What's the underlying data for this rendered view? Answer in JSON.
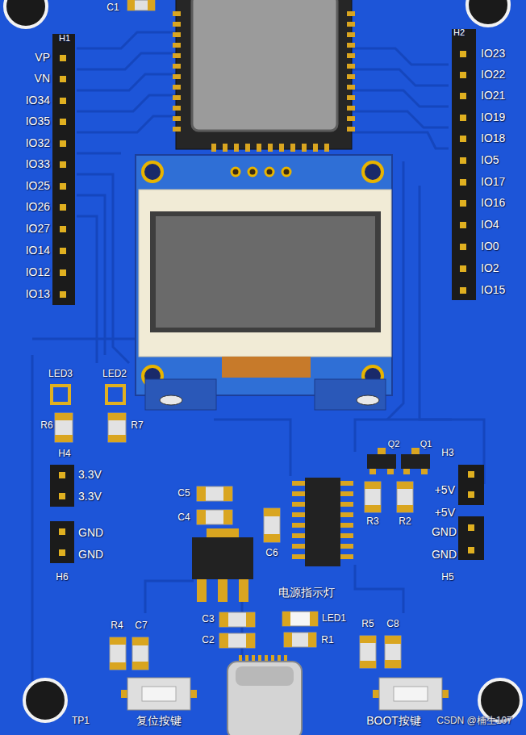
{
  "diagram": {
    "labels": [
      "C1",
      "H1",
      "H2",
      "VP",
      "VN",
      "IO34",
      "IO35",
      "IO32",
      "IO33",
      "IO25",
      "IO26",
      "IO27",
      "IO14",
      "IO12",
      "IO13",
      "IO23",
      "IO22",
      "IO21",
      "IO19",
      "IO18",
      "IO5",
      "IO17",
      "IO16",
      "IO4",
      "IO0",
      "IO2",
      "IO15",
      "LED3",
      "LED2",
      "R6",
      "R7",
      "H4",
      "3.3V",
      "3.3V",
      "GND",
      "GND",
      "H6",
      "C5",
      "C4",
      "C6",
      "Q2",
      "Q1",
      "R3",
      "R2",
      "H3",
      "+5V",
      "+5V",
      "GND",
      "GND",
      "H5",
      "电源指示灯",
      "LED1",
      "R1",
      "C3",
      "C2",
      "R4",
      "C7",
      "R5",
      "C8",
      "TP1",
      "复位按键",
      "BOOT按键",
      "CSDN @楠生107"
    ]
  }
}
